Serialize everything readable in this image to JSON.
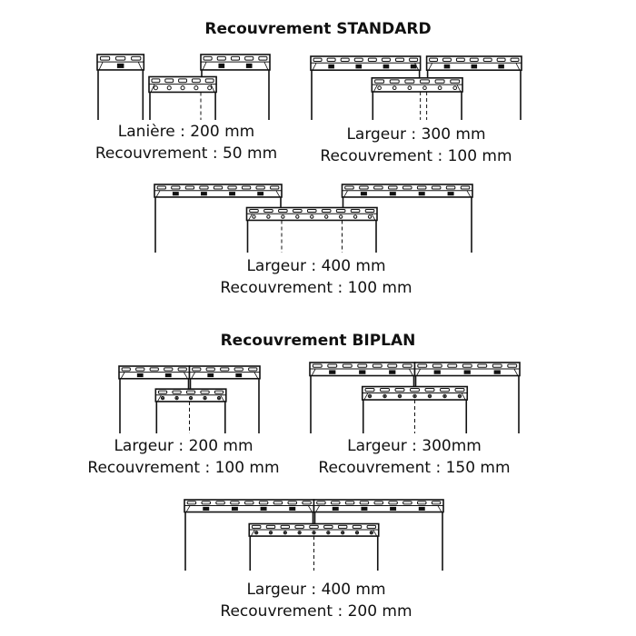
{
  "sections": [
    {
      "title": "Recouvrement STANDARD",
      "figures": [
        {
          "line1": "Lanière : 200 mm",
          "line2": "Recouvrement : 50 mm"
        },
        {
          "line1": "Largeur : 300 mm",
          "line2": "Recouvrement : 100 mm"
        },
        {
          "line1": "Largeur : 400 mm",
          "line2": "Recouvrement : 100 mm"
        }
      ]
    },
    {
      "title": "Recouvrement BIPLAN",
      "figures": [
        {
          "line1": "Largeur : 200 mm",
          "line2": "Recouvrement : 100 mm"
        },
        {
          "line1": "Largeur : 300mm",
          "line2": "Recouvrement : 150 mm"
        },
        {
          "line1": "Largeur : 400 mm",
          "line2": "Recouvrement : 200 mm"
        }
      ]
    }
  ]
}
